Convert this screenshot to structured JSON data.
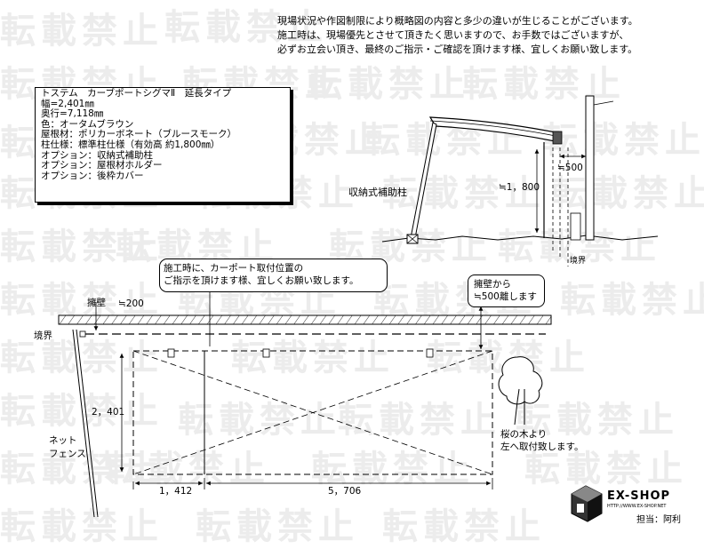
{
  "watermark": "転載禁止",
  "notice": {
    "lines": [
      "現場状況や作図制限により概略図の内容と多少の違いが生じることがございます。",
      "施工時は、現場優先とさせて頂きたく思いますので、お手数ではございますが、",
      "必ずお立会い頂き、最終のご指示・ご確認を頂けます様、宜しくお願い致します。"
    ]
  },
  "spec": {
    "lines": [
      "トステム　カーブポートシグマⅡ　延長タイプ",
      "幅=2,401㎜",
      "奥行=7,118㎜",
      "色：オータムブラウン",
      "屋根材：ポリカーボネート（ブルースモーク）",
      "柱仕様：標準柱仕様（有効高 約1,800㎜）",
      "オプション：収納式補助柱",
      "オプション：屋根材ホルダー",
      "オプション：後枠カバー"
    ]
  },
  "elevation": {
    "support_label": "収納式補助柱",
    "height_label": "≒1，800",
    "offset_label": "≒500",
    "boundary_label": "境界"
  },
  "plan": {
    "note1": [
      "施工時に、カーポート取付位置の",
      "ご指示を頂けます様、宜しくお願い致します。"
    ],
    "note2": [
      "擁壁から",
      "≒500離します"
    ],
    "retaining_wall_label": "擁壁",
    "wall_gap_label": "≒200",
    "boundary_label": "境界",
    "net_fence_label": [
      "ネット",
      "フェンス"
    ],
    "width_label": "2，401",
    "dim_left": "1，412",
    "dim_right": "5，706",
    "tree_note": [
      "桜の木より",
      "左へ取付致します。"
    ]
  },
  "logo": {
    "name": "EX-SHOP",
    "url": "HTTP://WWW.EX-SHOP.NET",
    "person": "担当：阿利"
  }
}
